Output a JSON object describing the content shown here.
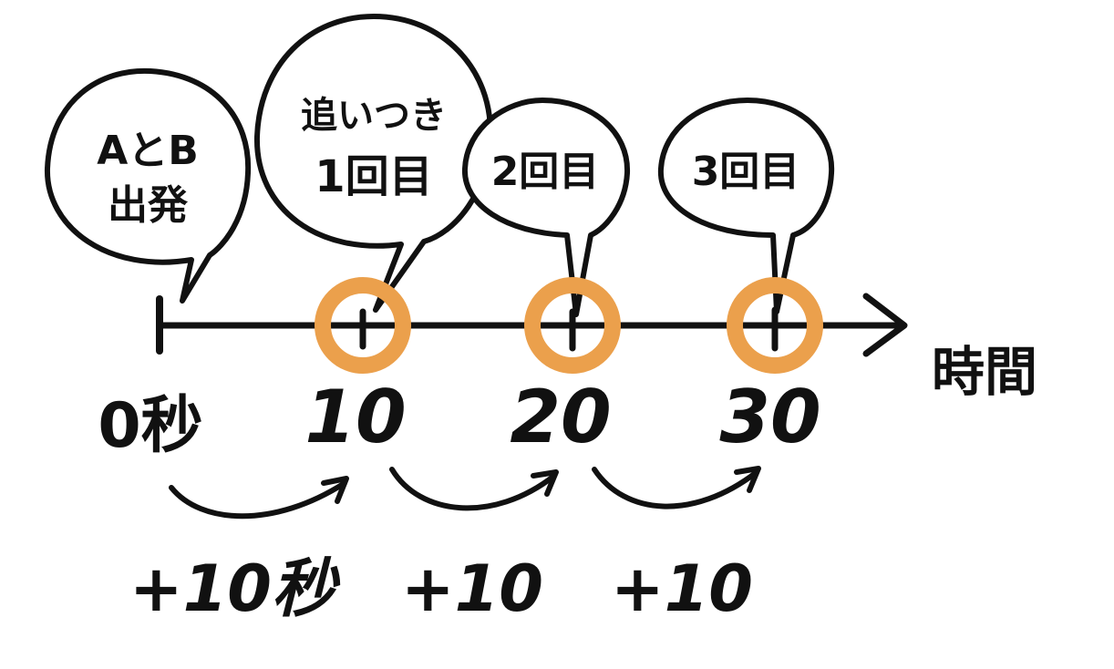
{
  "bubbles": {
    "start": {
      "line1": "AとB",
      "line2": "出発"
    },
    "first": {
      "line1": "追いつき",
      "line2": "1回目"
    },
    "second": {
      "label": "2回目"
    },
    "third": {
      "label": "3回目"
    }
  },
  "axis": {
    "label": "時間",
    "ticks": [
      "0秒",
      "10",
      "20",
      "30"
    ]
  },
  "intervals": [
    "+10秒",
    "+10",
    "+10"
  ],
  "colors": {
    "highlight": "#EBA04C",
    "ink": "#111111"
  }
}
